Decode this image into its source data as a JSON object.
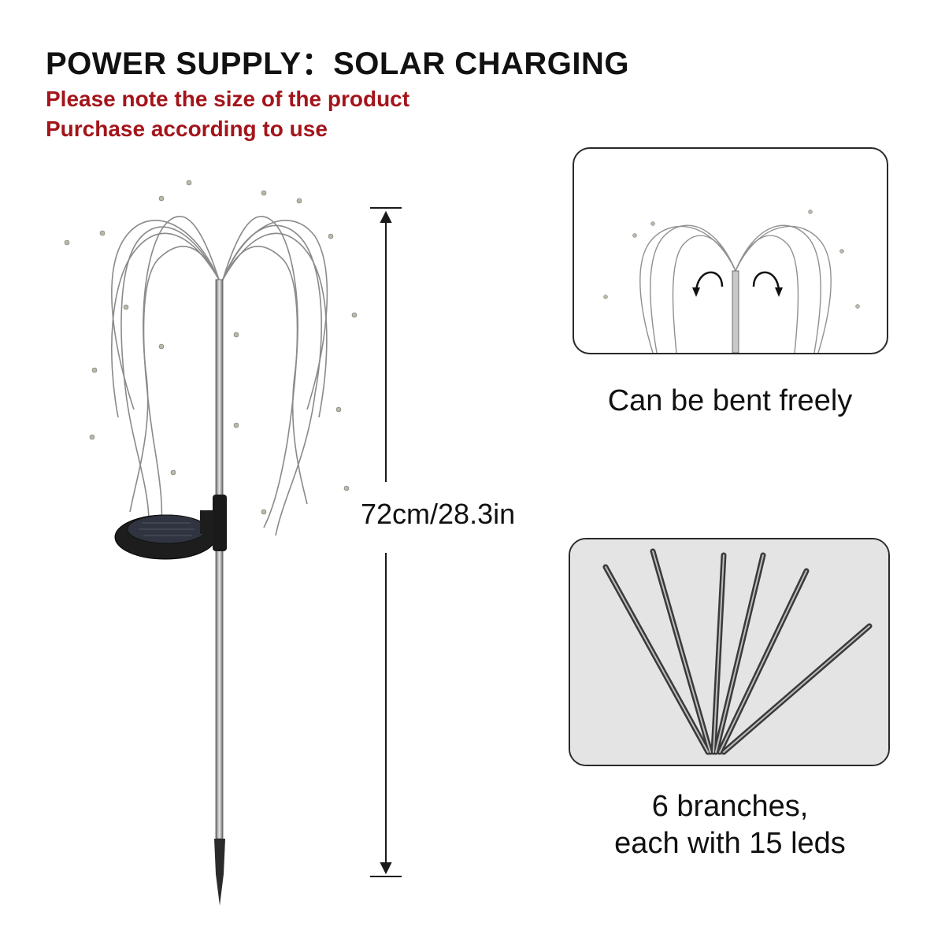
{
  "header": {
    "title": "POWER SUPPLY：SOLAR CHARGING",
    "note_line1": "Please note the size of the product",
    "note_line2": "Purchase according to use"
  },
  "dimension": {
    "label": "72cm/28.3in"
  },
  "panels": [
    {
      "caption": "Can be bent freely"
    },
    {
      "caption_line1": "6 branches,",
      "caption_line2": "each with 15 leds"
    }
  ],
  "colors": {
    "title": "#111111",
    "note": "#a3151b",
    "border": "#2a2a2a"
  }
}
